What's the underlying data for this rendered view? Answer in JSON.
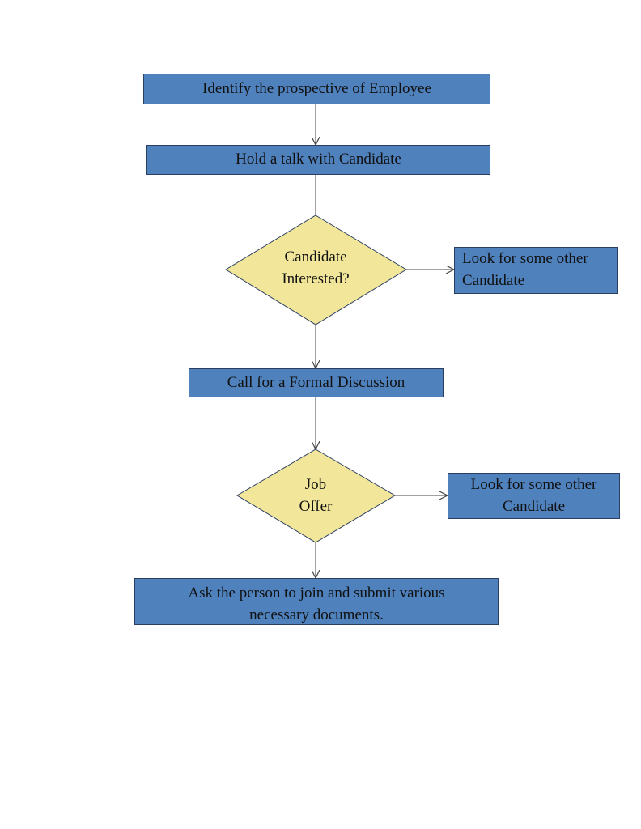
{
  "colors": {
    "process_fill": "#4f81bd",
    "decision_fill": "#f1e69a",
    "outline": "#2b3f63",
    "connector": "#444444"
  },
  "flowchart": {
    "step_identify": "Identify the prospective of Employee",
    "step_talk": "Hold a talk with Candidate",
    "decision_interested": {
      "line1": "Candidate",
      "line2": "Interested?"
    },
    "outcome_not_interested": {
      "line1": "Look for some other",
      "line2": "Candidate"
    },
    "step_formal": "Call for a Formal Discussion",
    "decision_offer": {
      "line1": "Job",
      "line2": "Offer"
    },
    "outcome_no_offer": {
      "line1": "Look for some other",
      "line2": "Candidate"
    },
    "step_join": {
      "line1": "Ask the person to join and submit various",
      "line2": "necessary documents."
    }
  }
}
